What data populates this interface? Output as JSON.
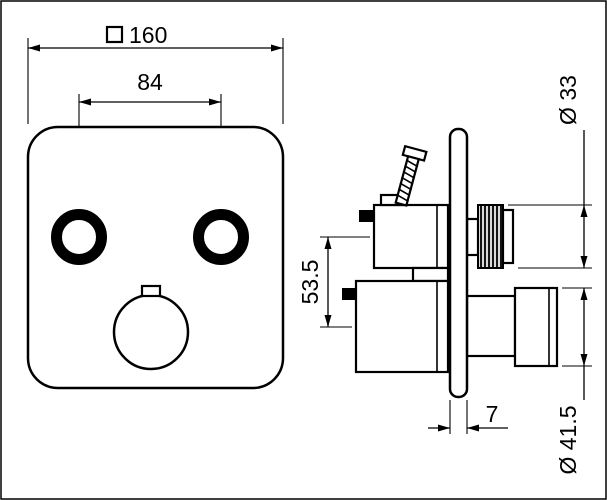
{
  "colors": {
    "line": "#000000",
    "background": "#ffffff"
  },
  "dimensions": {
    "plate_size": "160",
    "handle_spacing": "84",
    "outlet_offset": "53.5",
    "upper_diameter": "Ø 33",
    "lower_diameter": "Ø 41.5",
    "plate_thickness": "7"
  }
}
